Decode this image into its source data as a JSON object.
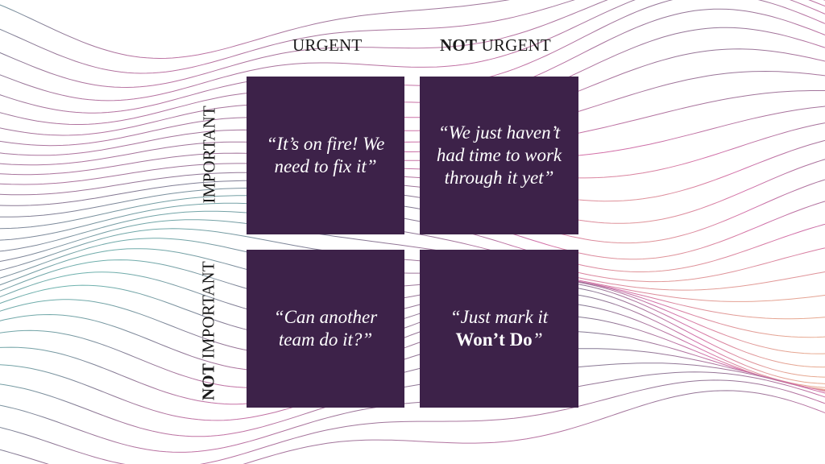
{
  "columns": {
    "urgent": "URGENT",
    "not_urgent_prefix": "NOT",
    "not_urgent_rest": " URGENT"
  },
  "rows": {
    "important": "IMPORTANT",
    "not_important_prefix": "NOT",
    "not_important_rest": " IMPORTANT"
  },
  "quadrants": {
    "q1": "“It’s on fire! We need to fix it”",
    "q2": "“We just haven’t had time to work through it yet”",
    "q3": "“Can another team do it?”",
    "q4_lead": "“Just mark it",
    "q4_strong": "Won’t Do",
    "q4_close": "”"
  },
  "colors": {
    "tile": "#3d2249",
    "contour_left": "#3aa79a",
    "contour_mid": "#4a3f66",
    "contour_right": "#c43f8c",
    "contour_bottom_right": "#e08a6a"
  }
}
